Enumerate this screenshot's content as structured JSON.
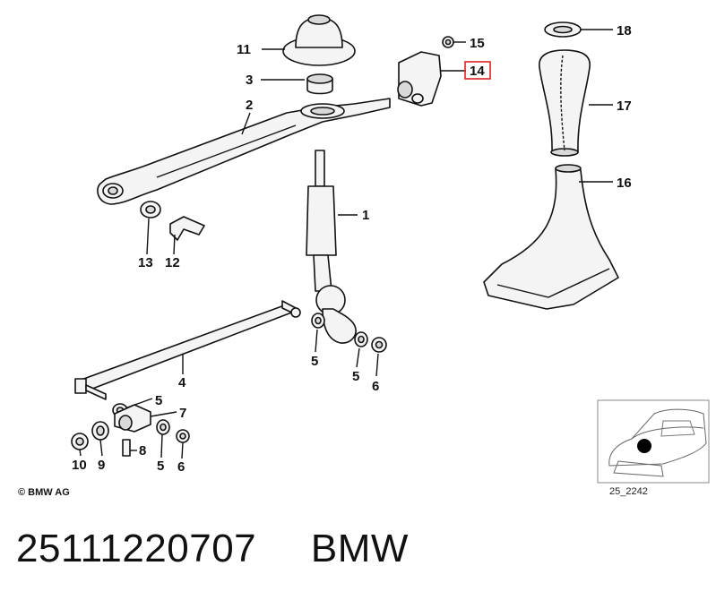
{
  "diagram": {
    "callouts": [
      "1",
      "2",
      "3",
      "4",
      "5",
      "5",
      "5",
      "5",
      "6",
      "6",
      "7",
      "8",
      "9",
      "10",
      "11",
      "12",
      "13",
      "14",
      "15",
      "16",
      "17",
      "18"
    ],
    "copyright": "© BMW AG",
    "inset_code": "25_2242"
  },
  "footer": {
    "part_number": "25111220707",
    "brand": "BMW"
  },
  "colors": {
    "highlight": "#dd2222",
    "ink": "#111111"
  }
}
